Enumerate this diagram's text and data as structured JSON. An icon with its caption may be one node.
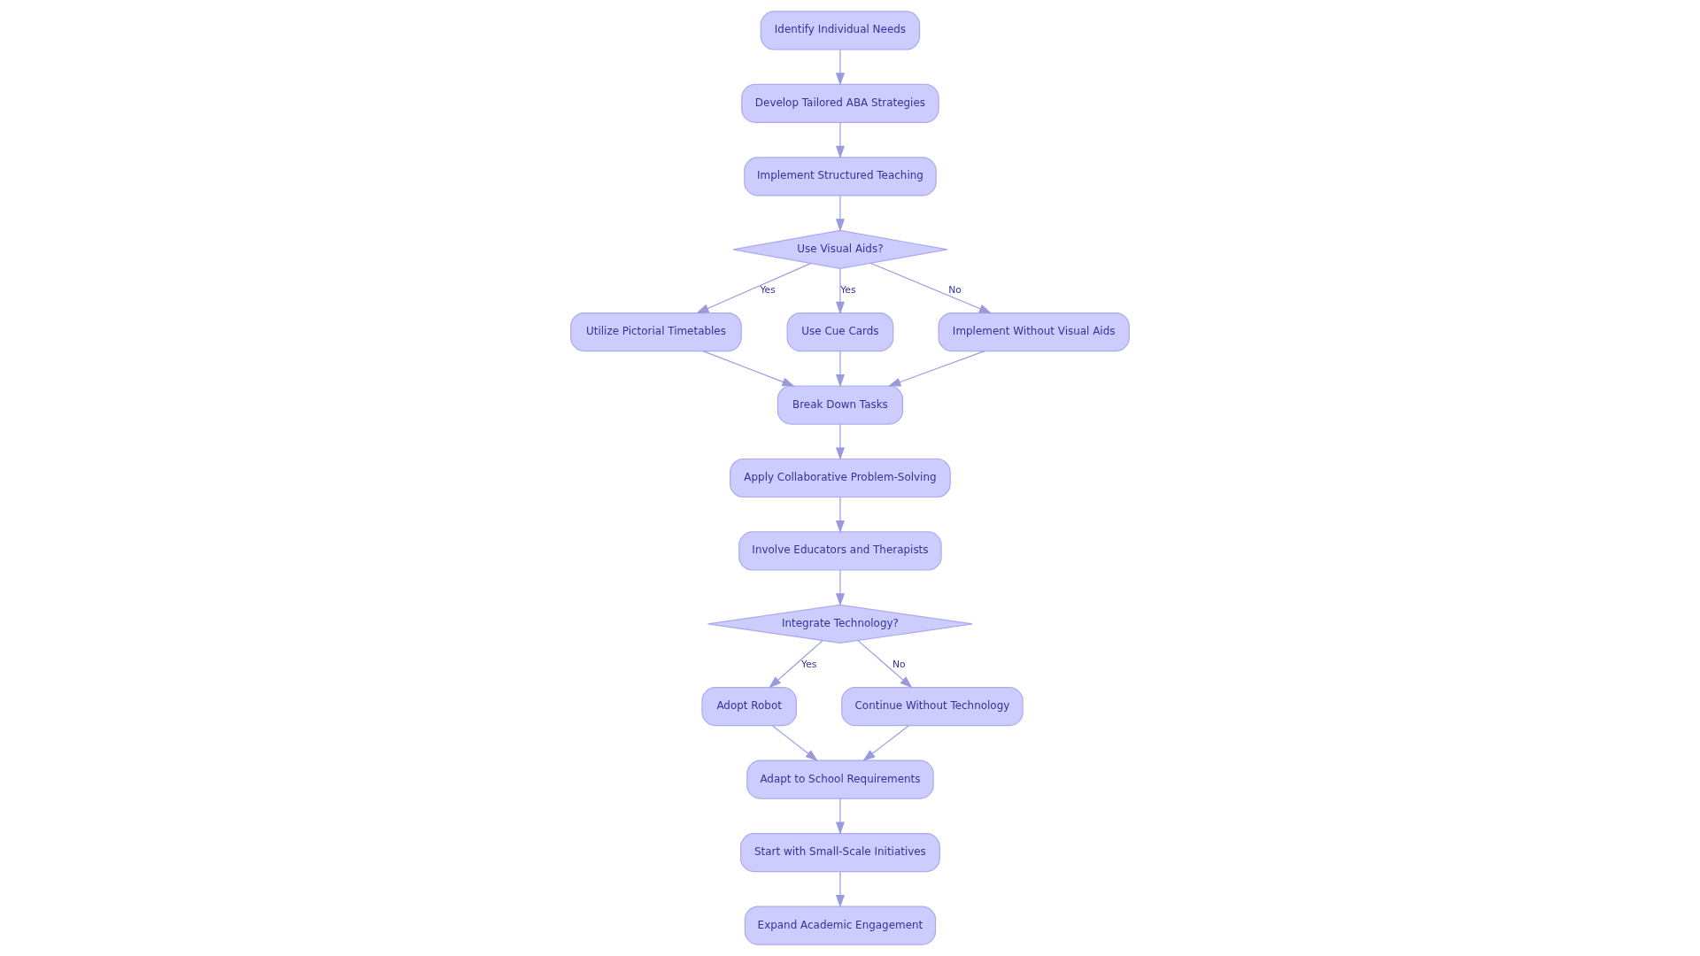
{
  "diagram": {
    "nodes": [
      {
        "text": [
          "Identify Individual Needs"
        ]
      },
      {
        "text": [
          "Develop Tailored ABA Strategies"
        ]
      },
      {
        "text": [
          "Implement Structured Teaching"
        ]
      },
      {
        "text": [
          "Use Visual Aids?"
        ]
      },
      {
        "text": [
          "Utilize Pictorial Timetables"
        ]
      },
      {
        "text": [
          "Use Cue Cards"
        ]
      },
      {
        "text": [
          "Implement Without Visual Aids"
        ]
      },
      {
        "text": [
          "Break Down Tasks"
        ]
      },
      {
        "text": [
          "Apply Collaborative Problem-Solving"
        ]
      },
      {
        "text": [
          "Involve Educators and Therapists"
        ]
      },
      {
        "text": [
          "Integrate Technology?"
        ]
      },
      {
        "text": [
          "Adopt Robot"
        ]
      },
      {
        "text": [
          "Continue Without Technology"
        ]
      },
      {
        "text": [
          "Adapt to School Requirements"
        ]
      },
      {
        "text": [
          "Start with Small-Scale Initiatives"
        ]
      },
      {
        "text": [
          "Expand Academic Engagement"
        ]
      }
    ],
    "edges": [
      {
        "from": 0,
        "to": 1,
        "arrow": "to"
      },
      {
        "from": 1,
        "to": 2,
        "arrow": "to"
      },
      {
        "from": 2,
        "to": 3,
        "arrow": "to"
      },
      {
        "from": 3,
        "to": 4,
        "arrow": "to",
        "label": "Yes"
      },
      {
        "from": 3,
        "to": 5,
        "arrow": "to",
        "label": "Yes"
      },
      {
        "from": 3,
        "to": 6,
        "arrow": "to",
        "label": "No"
      },
      {
        "from": 4,
        "to": 7,
        "arrow": "to"
      },
      {
        "from": 5,
        "to": 7,
        "arrow": "to"
      },
      {
        "from": 6,
        "to": 7,
        "arrow": "to"
      },
      {
        "from": 7,
        "to": 8,
        "arrow": "to"
      },
      {
        "from": 8,
        "to": 9,
        "arrow": "to"
      },
      {
        "from": 9,
        "to": 10,
        "arrow": "to"
      },
      {
        "from": 10,
        "to": 11,
        "arrow": "to",
        "label": "Yes"
      },
      {
        "from": 10,
        "to": 12,
        "arrow": "to",
        "label": "No"
      },
      {
        "from": 11,
        "to": 13,
        "arrow": "to"
      },
      {
        "from": 12,
        "to": 13,
        "arrow": "to"
      },
      {
        "from": 13,
        "to": 14,
        "arrow": "to"
      },
      {
        "from": 14,
        "to": 15,
        "arrow": "to"
      }
    ]
  }
}
